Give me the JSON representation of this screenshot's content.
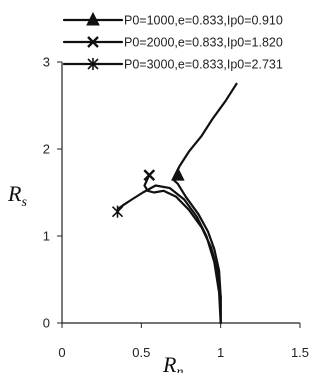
{
  "chart_data": {
    "type": "line",
    "xlabel_main": "R",
    "xlabel_sub": "n",
    "ylabel_main": "R",
    "ylabel_sub": "s",
    "xlim": [
      0,
      1.5
    ],
    "ylim": [
      0,
      3
    ],
    "xticks": [
      "0",
      "0.5",
      "1",
      "1.5"
    ],
    "yticks": [
      "0",
      "1",
      "2",
      "3"
    ],
    "legend_position": "top-right",
    "series": [
      {
        "name": "P0=1000,e=0.833,Ip0=0.910",
        "marker": "triangle",
        "x": [
          1.0,
          1.0,
          0.99,
          0.96,
          0.92,
          0.86,
          0.78,
          0.73,
          0.7,
          0.72,
          0.74,
          0.8,
          0.88,
          0.95,
          1.03,
          1.1
        ],
        "y": [
          0.0,
          0.3,
          0.6,
          0.85,
          1.05,
          1.25,
          1.45,
          1.6,
          1.65,
          1.72,
          1.8,
          1.97,
          2.15,
          2.35,
          2.55,
          2.75
        ],
        "end_marker": [
          0.73,
          1.7
        ]
      },
      {
        "name": "P0=2000,e=0.833,Ip0=1.820",
        "marker": "x",
        "x": [
          1.0,
          1.0,
          0.98,
          0.94,
          0.88,
          0.8,
          0.72,
          0.64,
          0.58,
          0.54,
          0.52,
          0.55
        ],
        "y": [
          0.0,
          0.3,
          0.6,
          0.87,
          1.1,
          1.3,
          1.45,
          1.52,
          1.5,
          1.52,
          1.58,
          1.7
        ],
        "end_marker": [
          0.55,
          1.7
        ]
      },
      {
        "name": "P0=3000,e=0.833,Ip0=2.731",
        "marker": "star",
        "x": [
          1.0,
          0.99,
          0.96,
          0.91,
          0.85,
          0.77,
          0.68,
          0.59,
          0.51,
          0.44,
          0.39,
          0.36,
          0.35
        ],
        "y": [
          0.0,
          0.35,
          0.7,
          1.0,
          1.22,
          1.42,
          1.55,
          1.58,
          1.5,
          1.42,
          1.36,
          1.32,
          1.28
        ],
        "end_marker": [
          0.35,
          1.28
        ]
      }
    ]
  }
}
